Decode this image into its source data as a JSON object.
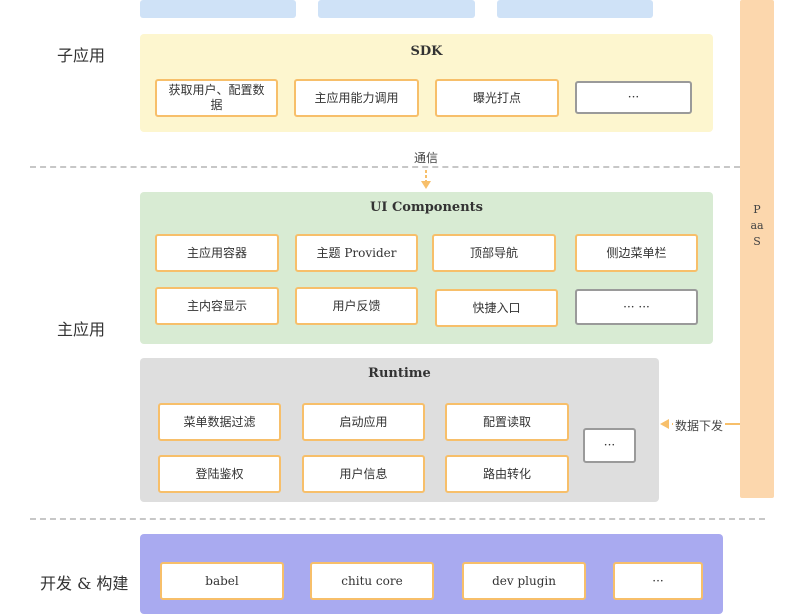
{
  "layers": {
    "sub_app": "子应用",
    "main_app": "主应用",
    "dev_build": "开发 & 构建"
  },
  "sdk": {
    "title": "SDK",
    "items": [
      "获取用户、配置数据",
      "主应用能力调用",
      "曝光打点",
      "···"
    ]
  },
  "comm_label": "通信",
  "ui_components": {
    "title": "UI Components",
    "row1": [
      "主应用容器",
      "主题 Provider",
      "顶部导航",
      "侧边菜单栏"
    ],
    "row2": [
      "主内容显示",
      "用户反馈",
      "快捷入口",
      "··· ···"
    ]
  },
  "runtime": {
    "title": "Runtime",
    "row1": [
      "菜单数据过滤",
      "启动应用",
      "配置读取"
    ],
    "row2": [
      "登陆鉴权",
      "用户信息",
      "路由转化"
    ],
    "more": "···"
  },
  "paas": {
    "letters": [
      "P",
      "aa",
      "S"
    ],
    "arrow_label": "数据下发"
  },
  "dev": {
    "items": [
      "babel",
      "chitu core",
      "dev plugin",
      "···"
    ]
  },
  "colors": {
    "sdk_bg": "#fdf6cf",
    "ui_bg": "#d8ebd3",
    "runtime_bg": "#dedede",
    "dev_bg": "#a9aaf0",
    "paas_bg": "#fcd7ad",
    "box_border": "#f7bf6a",
    "top_boxes": "#cfe2f7"
  }
}
